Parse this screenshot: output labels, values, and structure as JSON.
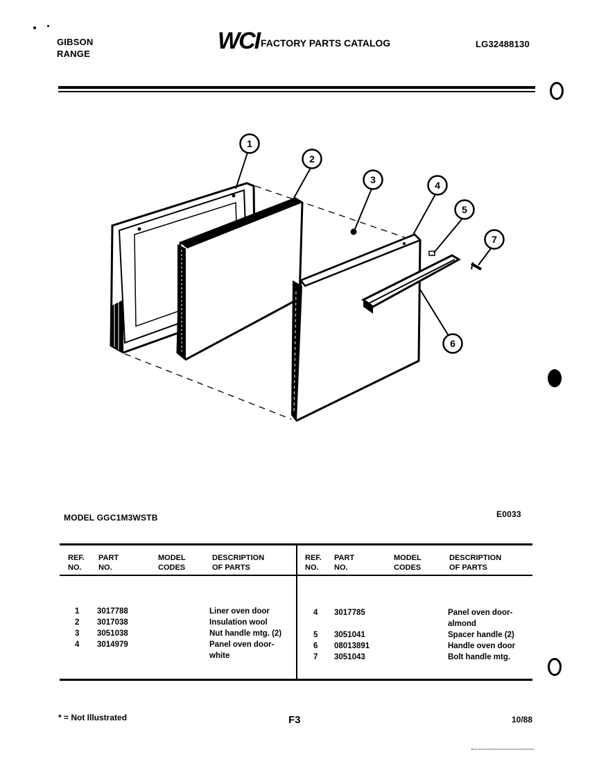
{
  "header": {
    "brand_line1": "GIBSON",
    "brand_line2": "RANGE",
    "logo_text": "WCI",
    "catalog_title": "FACTORY PARTS CATALOG",
    "catalog_number": "LG32488130"
  },
  "diagram": {
    "callouts": [
      "1",
      "2",
      "3",
      "4",
      "5",
      "6",
      "7"
    ]
  },
  "model": {
    "label": "MODEL GGC1M3WSTB",
    "code": "E0033"
  },
  "table": {
    "left_headers": {
      "ref": [
        "REF.",
        "NO."
      ],
      "part": [
        "PART",
        "NO."
      ],
      "model": [
        "MODEL",
        "CODES"
      ],
      "desc": [
        "DESCRIPTION",
        "OF PARTS"
      ]
    },
    "right_headers": {
      "ref": [
        "REF.",
        "NO."
      ],
      "part": [
        "PART",
        "NO."
      ],
      "model": [
        "MODEL",
        "CODES"
      ],
      "desc": [
        "DESCRIPTION",
        "OF PARTS"
      ]
    },
    "left_rows": [
      {
        "ref": "1",
        "part": "3017788",
        "desc": "Liner oven door"
      },
      {
        "ref": "2",
        "part": "3017038",
        "desc": "Insulation wool"
      },
      {
        "ref": "3",
        "part": "3051038",
        "desc": "Nut handle mtg. (2)"
      },
      {
        "ref": "4",
        "part": "3014979",
        "desc": "Panel oven door-",
        "desc2": "white"
      }
    ],
    "right_rows": [
      {
        "ref": "4",
        "part": "3017785",
        "desc": "Panel oven door-",
        "desc2": "almond"
      },
      {
        "ref": "5",
        "part": "3051041",
        "desc": "Spacer handle (2)"
      },
      {
        "ref": "6",
        "part": "08013891",
        "desc": "Handle oven door"
      },
      {
        "ref": "7",
        "part": "3051043",
        "desc": "Bolt handle mtg."
      }
    ]
  },
  "footer": {
    "note": "* = Not Illustrated",
    "page": "F3",
    "date": "10/88"
  }
}
